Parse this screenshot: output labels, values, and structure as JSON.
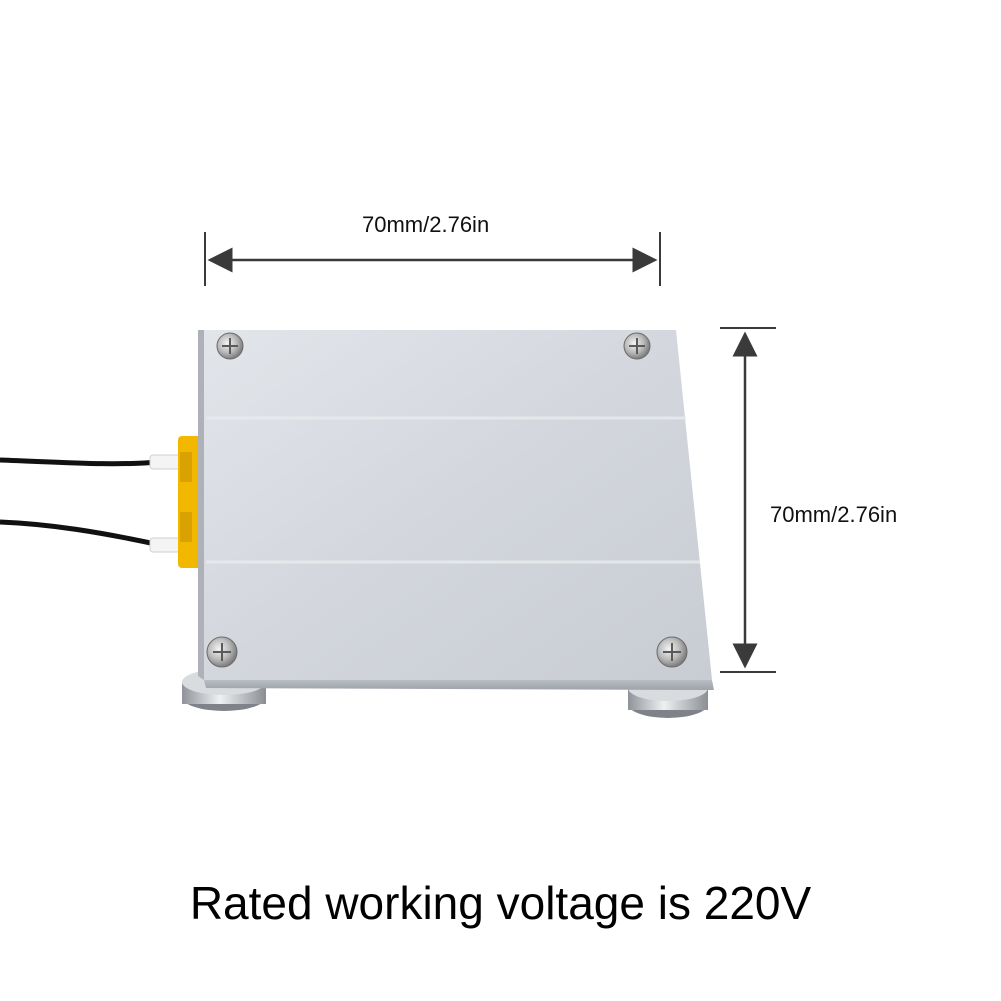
{
  "dimensions": {
    "width_label": "70mm/2.76in",
    "height_label": "70mm/2.76in"
  },
  "caption": "Rated working voltage is 220V",
  "colors": {
    "background": "#ffffff",
    "plate": "#d2d6dc",
    "connector": "#f2b800",
    "wire": "#111111",
    "dimension_line": "#3a3a3a"
  }
}
